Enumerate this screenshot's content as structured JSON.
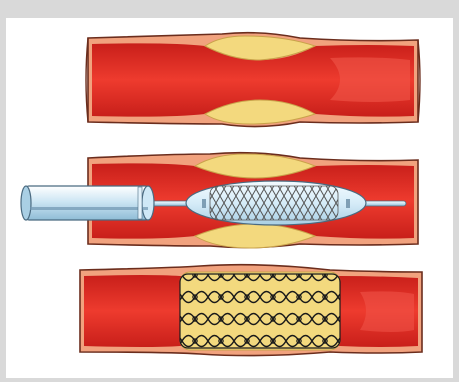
{
  "figure": {
    "panels": [
      {
        "stage": "stenosis"
      },
      {
        "stage": "balloon-catheter-with-stent"
      },
      {
        "stage": "expanded-stent"
      }
    ]
  },
  "colors": {
    "frame": "#d9d9d9",
    "background": "#ffffff",
    "vessel_wall": "#f1a27e",
    "vessel_outline": "#6b2d1d",
    "blood": "#e8322a",
    "blood_dark": "#c81f1a",
    "plaque": "#f3d97e",
    "plaque_outline": "#c9a24a",
    "catheter": "#b9dcef",
    "balloon": "#cfe8f6",
    "stent_wire": "#1a1a1a"
  }
}
